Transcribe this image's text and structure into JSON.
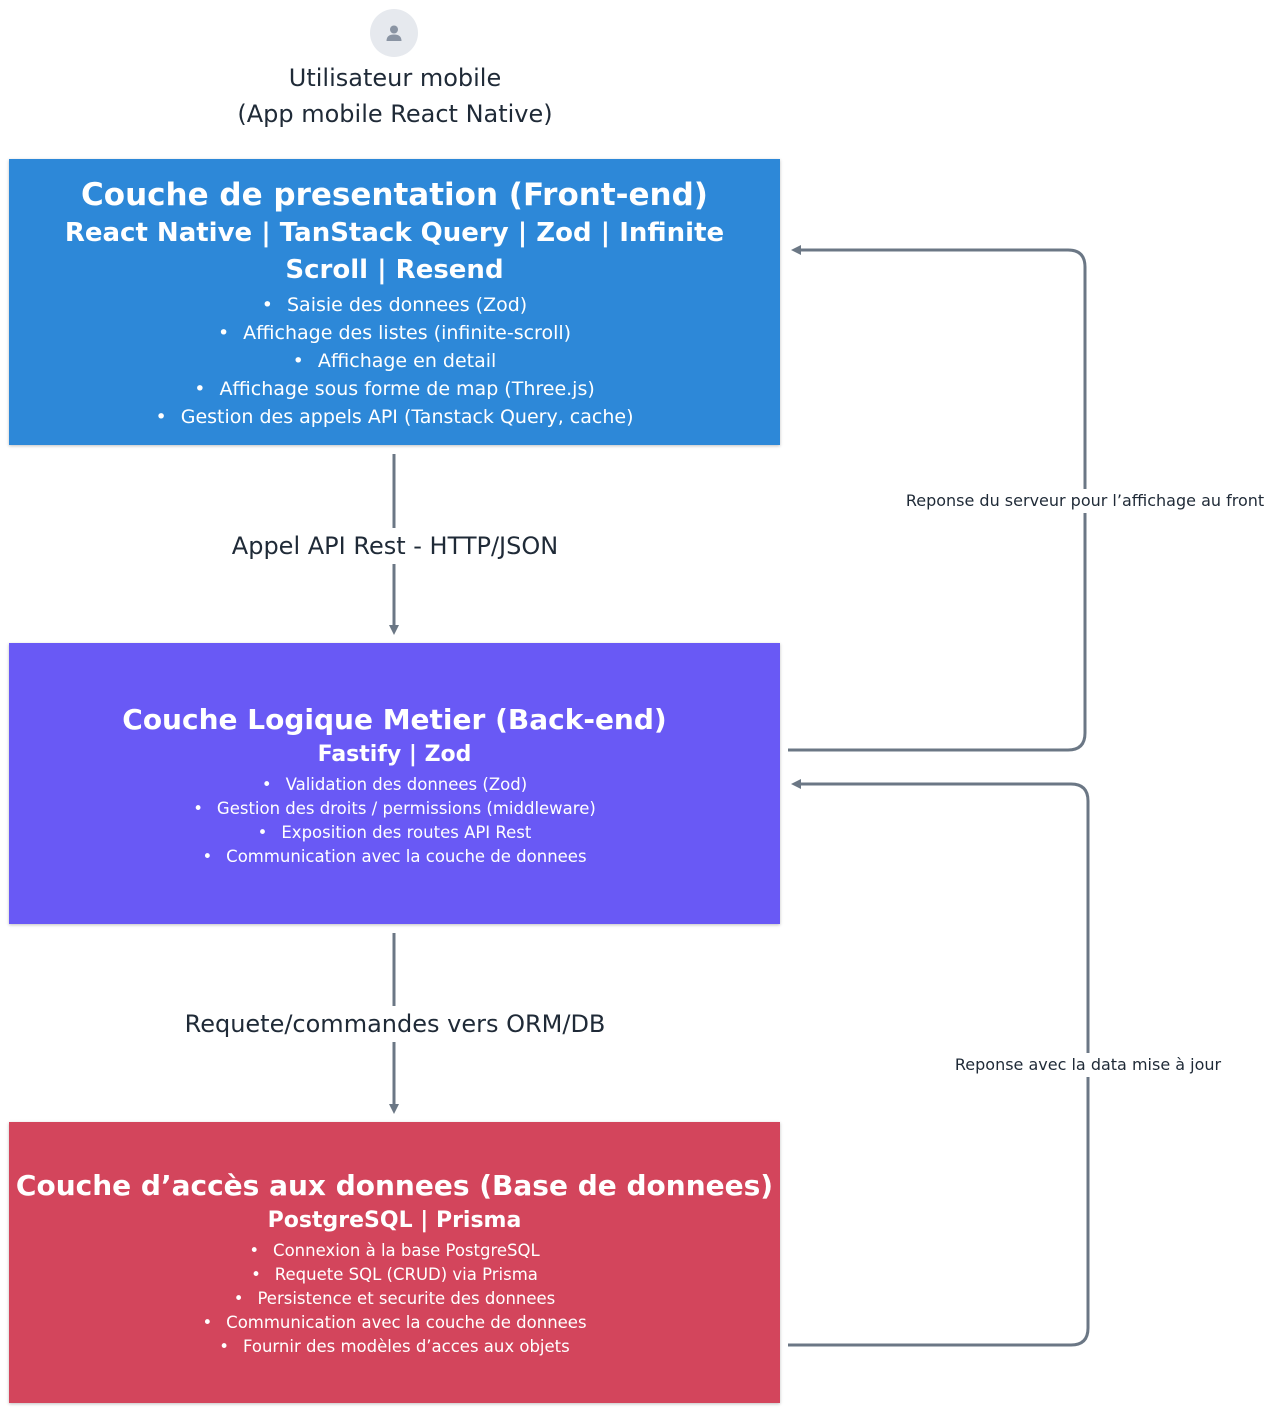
{
  "user": {
    "icon": "user-icon",
    "title": "Utilisateur mobile",
    "subtitle": "(App mobile React Native)"
  },
  "layers": {
    "front": {
      "title": "Couche de presentation (Front-end)",
      "tech": "React Native | TanStack Query | Zod | Infinite Scroll | Resend",
      "items": [
        "Saisie des donnees (Zod)",
        "Affichage des listes (infinite-scroll)",
        "Affichage en detail",
        "Affichage sous forme de map (Three.js)",
        "Gestion des appels API (Tanstack Query, cache)"
      ],
      "color": "#2d88d8"
    },
    "back": {
      "title": "Couche Logique Metier (Back-end)",
      "tech": "Fastify | Zod",
      "items": [
        "Validation des donnees (Zod)",
        "Gestion des droits / permissions (middleware)",
        "Exposition des routes API Rest",
        "Communication avec la couche de donnees"
      ],
      "color": "#6959f5"
    },
    "db": {
      "title": "Couche d’accès aux donnees (Base de donnees)",
      "tech": "PostgreSQL | Prisma",
      "items": [
        "Connexion à la base PostgreSQL",
        "Requete SQL (CRUD) via Prisma",
        "Persistence et securite des donnees",
        "Communication avec la couche de donnees",
        "Fournir des modèles d’acces aux objets"
      ],
      "color": "#d3455c"
    }
  },
  "edges": {
    "api_call": "Appel API  Rest - HTTP/JSON",
    "orm_request": "Requete/commandes vers ORM/DB",
    "server_response": "Reponse du serveur pour l’affichage au front",
    "data_response": "Reponse avec la data mise à jour"
  },
  "colors": {
    "connector": "#6b7785",
    "text": "#1f2a37"
  }
}
